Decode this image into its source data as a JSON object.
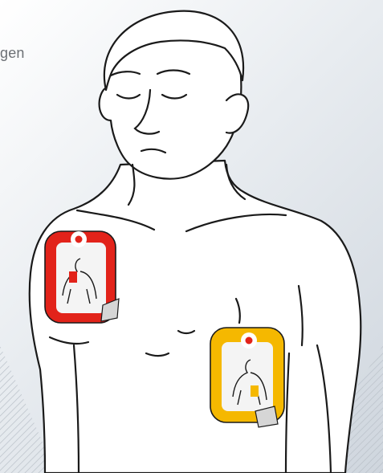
{
  "background_text": {
    "top_fragment": "gen",
    "middle_fragment": ")"
  },
  "colors": {
    "background_light": "#ffffff",
    "background_dark": "#cfd6de",
    "outline": "#1a1a1a",
    "pad_red": "#e2231a",
    "pad_yellow": "#f5b800",
    "pad_inner": "#f4f4f4",
    "tab_gray": "#d6d6d6"
  },
  "icons": {
    "figure": "human-torso-outline",
    "pad_left": "red-electrode-pad",
    "pad_right": "yellow-electrode-pad"
  }
}
